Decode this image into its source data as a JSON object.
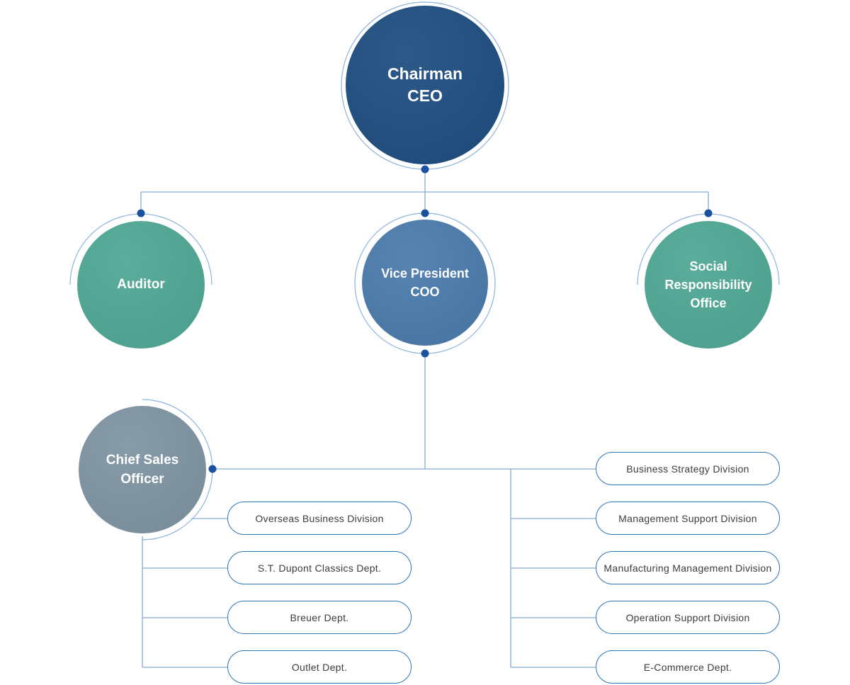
{
  "org_chart": {
    "executives": {
      "chairman": {
        "lines": [
          "Chairman",
          "CEO"
        ],
        "color": "#1d4d80"
      },
      "auditor": {
        "lines": [
          "Auditor"
        ],
        "color": "#4fa794"
      },
      "vice_president": {
        "lines": [
          "Vice President",
          "COO"
        ],
        "color": "#4a7aab"
      },
      "social_responsibility_office": {
        "lines": [
          "Social",
          "Responsibility",
          "Office"
        ],
        "color": "#4fa794"
      },
      "chief_sales_officer": {
        "lines": [
          "Chief Sales",
          "Officer"
        ],
        "color": "#7e93a1"
      }
    },
    "sales_departments": [
      "Overseas Business Division",
      "S.T. Dupont Classics Dept.",
      "Breuer Dept.",
      "Outlet Dept."
    ],
    "operations_departments": [
      "Business Strategy Division",
      "Management Support Division",
      "Manufacturing Management Division",
      "Operation Support Division",
      "E-Commerce Dept."
    ],
    "palette": {
      "connector_line": "#85aad6",
      "connector_dot": "#1a52a0",
      "box_border": "#2e75b6",
      "box_text": "#3c3c3c",
      "node_text": "#ffffff"
    }
  }
}
